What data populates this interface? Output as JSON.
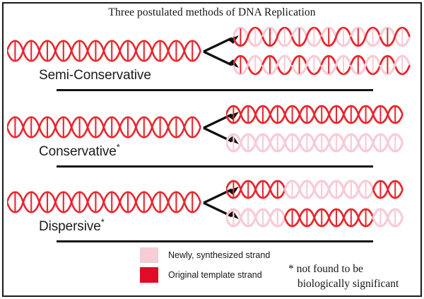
{
  "figure": {
    "title": "Three postulated methods of DNA Replication",
    "border_color": "#1a1a1a",
    "background": "#ffffff"
  },
  "colors": {
    "original_strand": "#e8262e",
    "new_strand": "#f7ccd6",
    "arrow": "#101010",
    "rule": "#141414",
    "text": "#161616"
  },
  "models": [
    {
      "id": "semi-conservative",
      "label": "Semi-Conservative",
      "asterisk": "",
      "parent": {
        "segments": [
          "original",
          "original",
          "original",
          "original",
          "original",
          "original",
          "original",
          "original",
          "original",
          "original",
          "original",
          "original"
        ]
      },
      "daughters": [
        {
          "top_strand": "new",
          "bottom_strand": "original",
          "description": "One original template strand paired with one newly synthesized strand"
        },
        {
          "top_strand": "original",
          "bottom_strand": "new",
          "description": "One original template strand paired with one newly synthesized strand"
        }
      ]
    },
    {
      "id": "conservative",
      "label": "Conservative",
      "asterisk": "*",
      "parent": {
        "segments": [
          "original",
          "original",
          "original",
          "original",
          "original",
          "original",
          "original",
          "original",
          "original",
          "original",
          "original",
          "original"
        ]
      },
      "daughters": [
        {
          "top_strand": "original",
          "bottom_strand": "original",
          "description": "Entirely original template duplex conserved"
        },
        {
          "top_strand": "new",
          "bottom_strand": "new",
          "description": "Entirely newly synthesized duplex"
        }
      ]
    },
    {
      "id": "dispersive",
      "label": "Dispersive",
      "asterisk": "*",
      "parent": {
        "segments": [
          "original",
          "original",
          "original",
          "original",
          "original",
          "original",
          "original",
          "original",
          "original",
          "original",
          "original",
          "original"
        ]
      },
      "daughters": [
        {
          "top_strand": "mixed",
          "bottom_strand": "mixed",
          "segments": [
            "original",
            "original",
            "original",
            "original",
            "new",
            "new",
            "new",
            "new",
            "new",
            "new",
            "original",
            "original"
          ],
          "description": "Interspersed blocks of original and newly synthesized DNA"
        },
        {
          "top_strand": "mixed",
          "bottom_strand": "mixed",
          "segments": [
            "new",
            "new",
            "new",
            "new",
            "original",
            "original",
            "original",
            "original",
            "original",
            "original",
            "new",
            "new"
          ],
          "description": "Interspersed blocks of original and newly synthesized DNA"
        }
      ]
    }
  ],
  "legend": {
    "items": [
      {
        "swatch_color": "#f7ccd6",
        "label": "Newly, synthesized strand"
      },
      {
        "swatch_color": "#e00b26",
        "label": "Original template strand"
      }
    ]
  },
  "footnote": {
    "marker": "*",
    "line1": "not found to be",
    "line2": "biologically significant"
  }
}
